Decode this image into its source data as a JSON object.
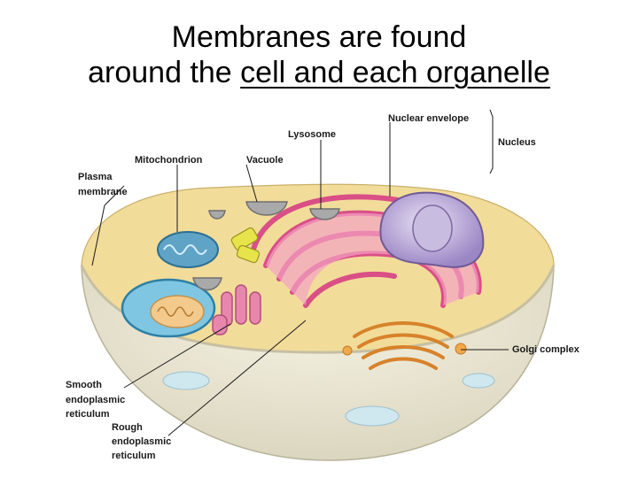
{
  "title": {
    "line1": "Membranes are found",
    "line2_prefix": "around the ",
    "line2_underlined": "cell and each organelle"
  },
  "labels": {
    "nuclear_envelope": "Nuclear envelope",
    "lysosome": "Lysosome",
    "nucleus": "Nucleus",
    "mitochondrion": "Mitochondrion",
    "vacuole": "Vacuole",
    "plasma_membrane_1": "Plasma",
    "plasma_membrane_2": "membrane",
    "golgi_complex": "Golgi complex",
    "smooth_er_1": "Smooth",
    "smooth_er_2": "endoplasmic",
    "smooth_er_3": "reticulum",
    "rough_er_1": "Rough",
    "rough_er_2": "endoplasmic",
    "rough_er_3": "reticulum"
  },
  "colors": {
    "cytoplasm": "#f2dc9a",
    "cell_bowl": "#e7e3cf",
    "rough_er": "#e76fa0",
    "nucleus": "#b9a6d6",
    "mitochondrion": "#7fc6e2",
    "golgi": "#f0a94a",
    "vacuole": "#a9a9a9"
  }
}
